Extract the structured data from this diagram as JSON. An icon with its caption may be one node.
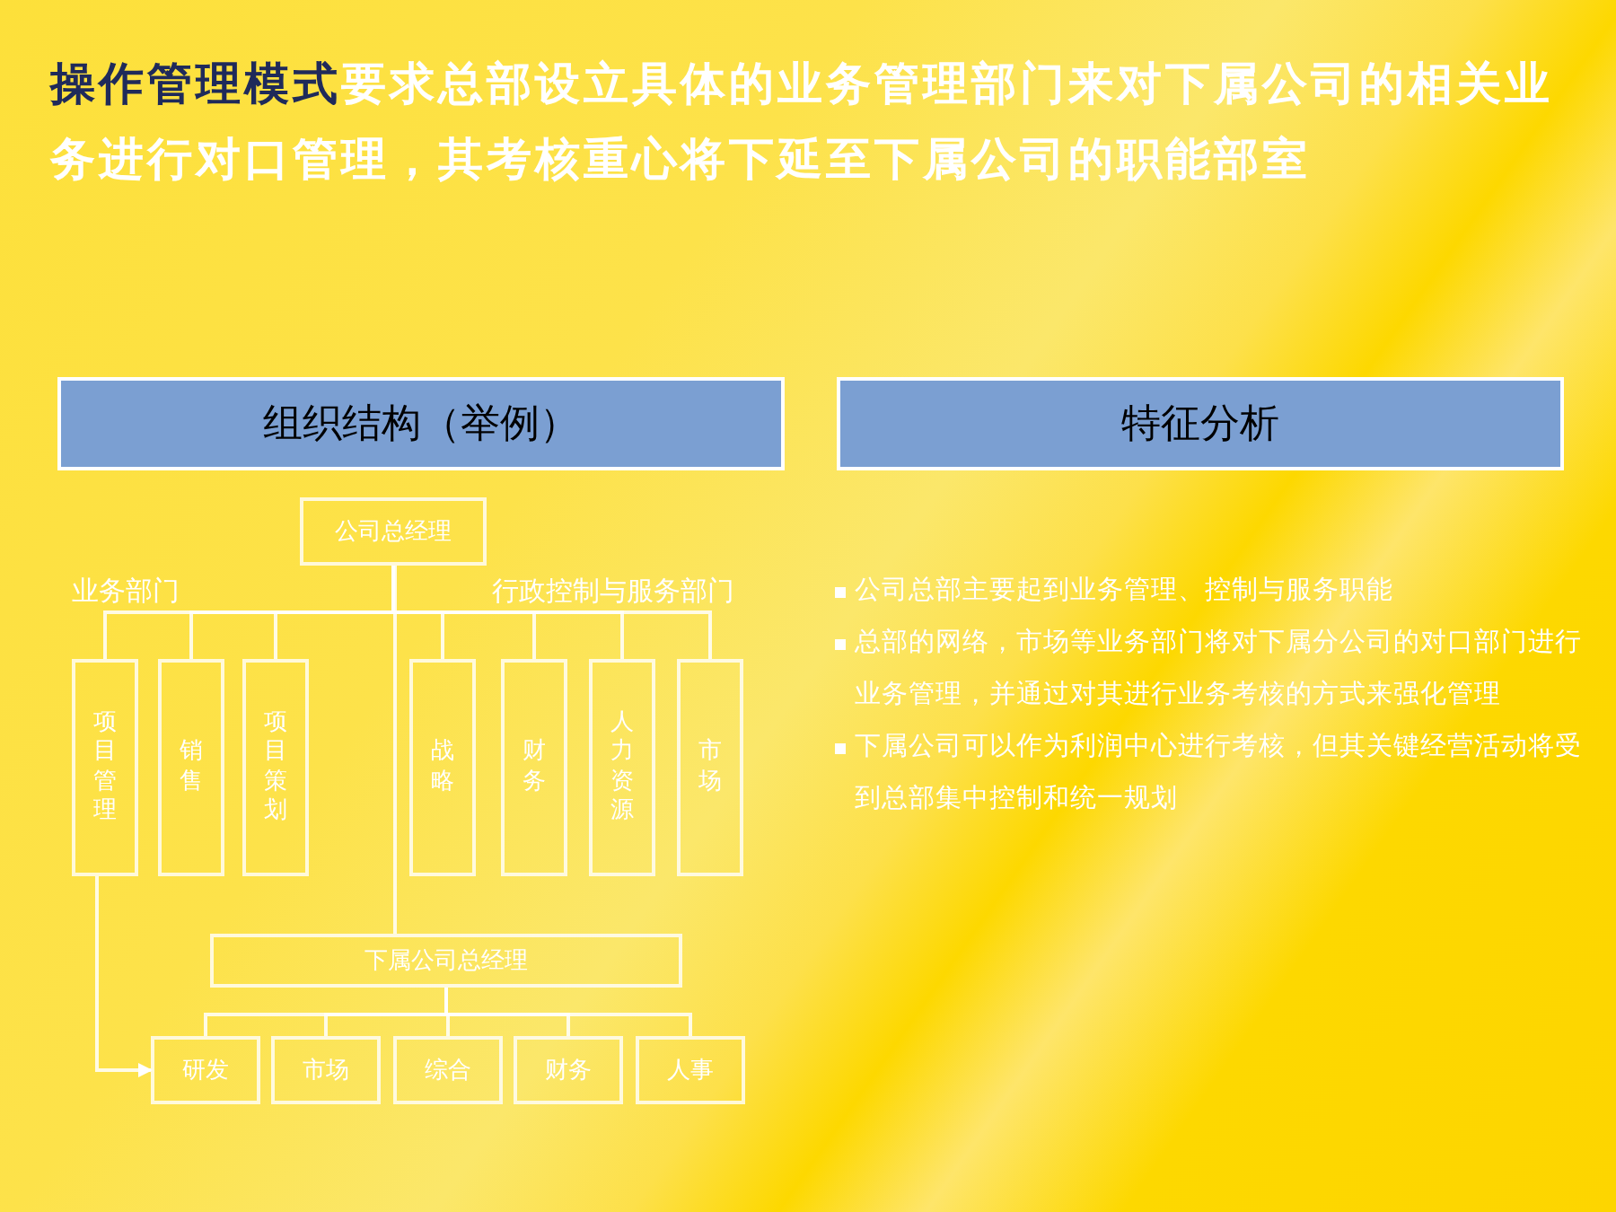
{
  "diagram": {
    "title": "**操作管理模式**要求总部设立具体的业务管理部门来对下属公司的相关业务进行对口管理，其考核重心将下延至下属公司的职能部室",
    "nodes": [
      {
        "text": [
          "组织结构（举例）"
        ]
      },
      {
        "text": [
          "特征分析"
        ]
      },
      {
        "text": [
          "公司总经理"
        ]
      },
      {
        "text": [
          "项目管理"
        ]
      },
      {
        "text": [
          "销售"
        ]
      },
      {
        "text": [
          "项目策划"
        ]
      },
      {
        "text": [
          "战略"
        ]
      },
      {
        "text": [
          "财务"
        ]
      },
      {
        "text": [
          "人力资源"
        ]
      },
      {
        "text": [
          "市场"
        ]
      },
      {
        "text": [
          "下属公司总经理"
        ]
      },
      {
        "text": [
          "研发"
        ]
      },
      {
        "text": [
          "市场"
        ]
      },
      {
        "text": [
          "综合"
        ]
      },
      {
        "text": [
          "财务"
        ]
      },
      {
        "text": [
          "人事"
        ]
      }
    ],
    "edges": [
      {
        "from": 2,
        "to": 3,
        "arrow": "none"
      },
      {
        "from": 2,
        "to": 4,
        "arrow": "none"
      },
      {
        "from": 2,
        "to": 5,
        "arrow": "none"
      },
      {
        "from": 2,
        "to": 6,
        "arrow": "none"
      },
      {
        "from": 2,
        "to": 7,
        "arrow": "none"
      },
      {
        "from": 2,
        "to": 8,
        "arrow": "none"
      },
      {
        "from": 2,
        "to": 9,
        "arrow": "none"
      },
      {
        "from": 2,
        "to": 10,
        "arrow": "none"
      },
      {
        "from": 10,
        "to": 11,
        "arrow": "none"
      },
      {
        "from": 10,
        "to": 12,
        "arrow": "none"
      },
      {
        "from": 10,
        "to": 13,
        "arrow": "none"
      },
      {
        "from": 10,
        "to": 14,
        "arrow": "none"
      },
      {
        "from": 10,
        "to": 15,
        "arrow": "none"
      },
      {
        "from": 3,
        "to": 11,
        "arrow": "to"
      }
    ],
    "labels": [
      "业务部门",
      "行政控制与服务部门",
      "公司总部主要起到业务管理、控制与服务职能",
      "总部的网络，市场等业务部门将对下属分公司的对口部门进行业务管理，并通过对其进行业务考核的方式来强化管理",
      "下属公司可以作为利润中心进行考核，但其关键经营活动将受到总部集中控制和统一规划"
    ]
  }
}
